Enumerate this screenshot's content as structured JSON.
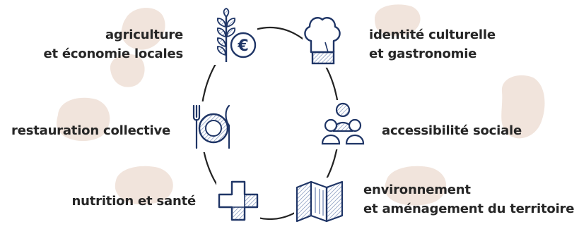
{
  "colors": {
    "blob": "#f1e4dc",
    "ink": "#1f3566",
    "hatch": "#7a8fb8",
    "ring": "#222222",
    "text": "#262626"
  },
  "diagram": {
    "nodes": [
      {
        "id": "agri",
        "lines": [
          "agriculture",
          "et économie locales"
        ],
        "icon": "wheat-euro-icon"
      },
      {
        "id": "culture",
        "lines": [
          "identité culturelle",
          "et gastronomie"
        ],
        "icon": "chef-hat-icon"
      },
      {
        "id": "resto",
        "lines": [
          "restauration collective"
        ],
        "icon": "plate-cutlery-icon"
      },
      {
        "id": "social",
        "lines": [
          "accessibilité sociale"
        ],
        "icon": "people-group-icon"
      },
      {
        "id": "sante",
        "lines": [
          "nutrition et santé"
        ],
        "icon": "medical-cross-icon"
      },
      {
        "id": "env",
        "lines": [
          "environnement",
          "et aménagement du territoire"
        ],
        "icon": "folded-map-icon"
      }
    ]
  }
}
